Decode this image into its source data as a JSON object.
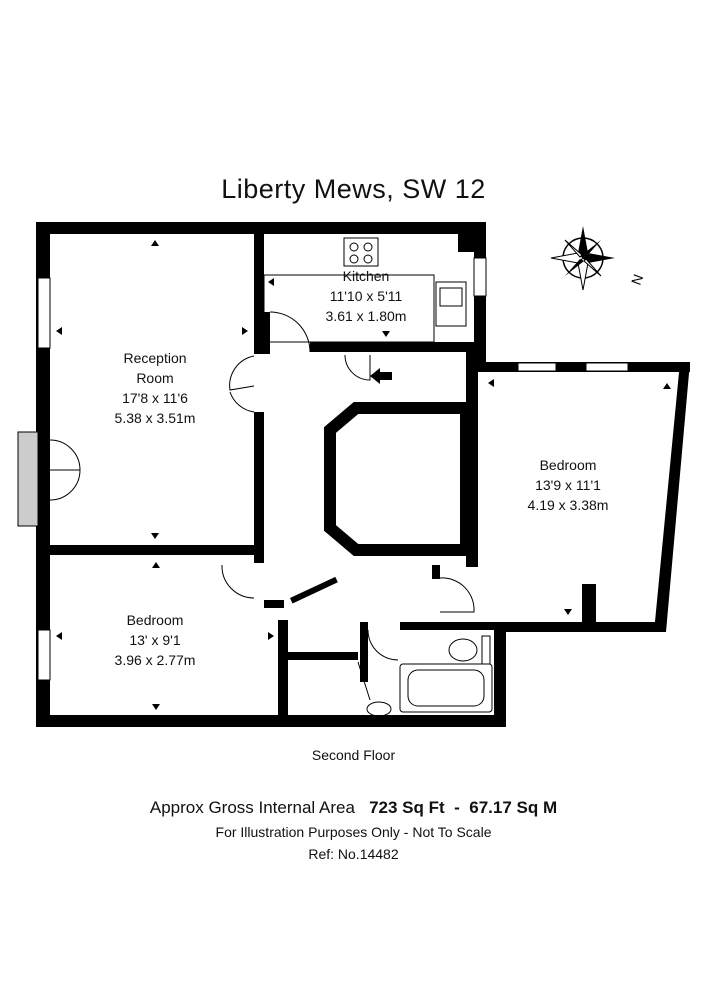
{
  "title": "Liberty Mews, SW 12",
  "rooms": [
    {
      "id": "reception",
      "lines": [
        "Reception",
        "Room",
        "17'8 x 11'6",
        "5.38 x 3.51m"
      ]
    },
    {
      "id": "kitchen",
      "lines": [
        "Kitchen",
        "11'10 x 5'11",
        "3.61 x 1.80m"
      ]
    },
    {
      "id": "bedroom1",
      "lines": [
        "Bedroom",
        "13'9 x 11'1",
        "4.19 x 3.38m"
      ]
    },
    {
      "id": "bedroom2",
      "lines": [
        "Bedroom",
        "13' x 9'1",
        "3.96 x 2.77m"
      ]
    }
  ],
  "compass": {
    "label": "N",
    "icon": "compass-rose-icon"
  },
  "floor_label": "Second Floor",
  "area": {
    "prefix": "Approx Gross Internal Area",
    "sqft": "723 Sq Ft",
    "separator": "-",
    "sqm": "67.17 Sq M"
  },
  "disclaimer": "For Illustration Purposes Only - Not To Scale",
  "reference": "Ref: No.14482",
  "colors": {
    "wall": "#000000",
    "fixture": "#555555",
    "background": "#ffffff"
  }
}
